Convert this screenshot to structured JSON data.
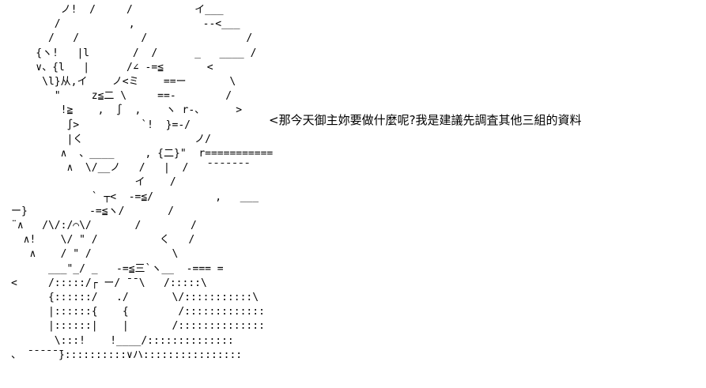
{
  "art_lines": [
    "        ノ!  /     /          イ___",
    "       /           ,           --<___",
    "      /   /          /                /",
    "    {ヽ!   |l       /  /      _   ____ /",
    "    ∨、{l   |      /∠ -=≦       <",
    "     \\l}从,イ    ノ<ミ    ==ー       \\",
    "       \"     z≦二 \\     ==-        /",
    "        !≧    ,  ∫  ,    ヽ r-、     >",
    "         ∫>          `!  }=-/",
    "         |く                  ノ/",
    "        ∧  、____     , {二}\"  r===========",
    "         ∧  \\/__ノ   /   |  /   ̄ ̄ ̄ ̄ ̄ ̄ ̄",
    "                    イ    /",
    "             ` ┬<  -=≦/          ,   ___",
    "ー}          -=≦ヽ/       /",
    "¨∧   /\\/:/⌒\\/       /        /",
    "  ∧!    \\/ \" /          く   /",
    "   ∧    / \" /             \\",
    "      ___\"_/ _   -=≦三`ヽ__  -=== =",
    "<     /:::::/┌ ー/ ̄ ̄ \\   /:::::\\",
    "      {::::::/   ./       \\/:::::::::::\\",
    "      |::::::{    {        /:::::::::::::",
    "      |::::::|    |       /::::::::::::::",
    "       \\:::!    !____/::::::::::::::",
    "、 ̄ ̄ ̄ ̄ ̄ ̄}::::::::::∨ハ::::::::::::::::"
  ],
  "dialogue": {
    "text": "<那今天御主妳要做什麼呢?我是建議先調査其他三組的資料"
  }
}
